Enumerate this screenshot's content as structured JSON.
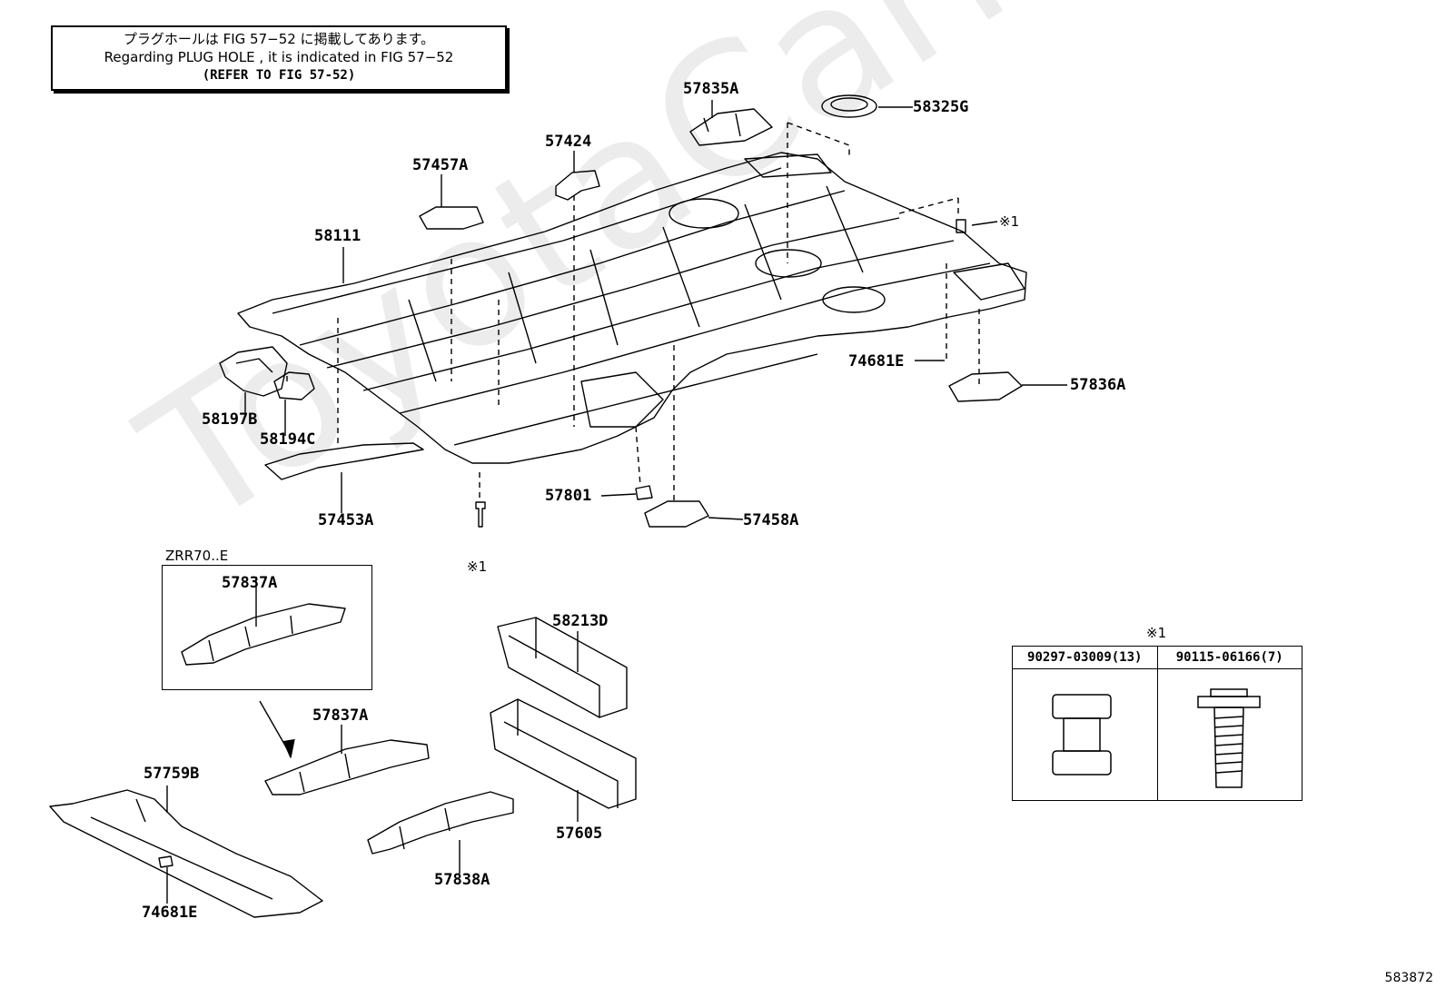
{
  "note": {
    "line1": "プラグホールは FIG 57−52 に掲載してあります。",
    "line2": "Regarding PLUG HOLE , it is indicated in FIG 57−52",
    "line3": "(REFER TO FIG 57-52)"
  },
  "labels": {
    "p57835A": "57835A",
    "p58325G": "58325G",
    "p57424": "57424",
    "p57457A": "57457A",
    "p58111": "58111",
    "mark1_right": "※1",
    "p74681E_top": "74681E",
    "p57836A": "57836A",
    "p58197B": "58197B",
    "p58194C": "58194C",
    "p57453A": "57453A",
    "p57801": "57801",
    "p57458A": "57458A",
    "mark1_bottom": "※1",
    "p57837A_inset": "57837A",
    "p57837A": "57837A",
    "p58213D": "58213D",
    "p57759B": "57759B",
    "p74681E_bottom": "74681E",
    "p57605": "57605",
    "p57838A": "57838A"
  },
  "inset": {
    "title": "ZRR70..E"
  },
  "fasteners": {
    "mark": "※1",
    "col1": "90297-03009(13)",
    "col2": "90115-06166(7)"
  },
  "watermark": "ToyotaCarMine.ru",
  "figure_id": "583872"
}
